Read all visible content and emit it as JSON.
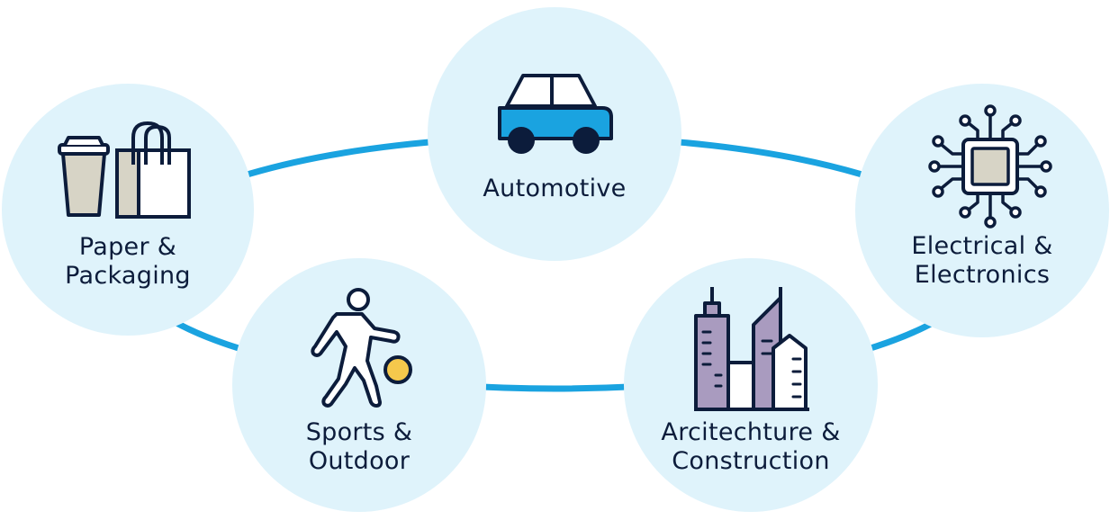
{
  "diagram": {
    "nodes": [
      {
        "id": "paper-packaging",
        "icon": "cup-and-bag-icon",
        "label_lines": [
          "Paper &",
          "Packaging"
        ]
      },
      {
        "id": "automotive",
        "icon": "car-icon",
        "label_lines": [
          "Automotive"
        ]
      },
      {
        "id": "electrical-electronics",
        "icon": "microchip-icon",
        "label_lines": [
          "Electrical &",
          "Electronics"
        ]
      },
      {
        "id": "sports-outdoor",
        "icon": "basketball-player-icon",
        "label_lines": [
          "Sports &",
          "Outdoor"
        ]
      },
      {
        "id": "architecture-construction",
        "icon": "city-buildings-icon",
        "label_lines": [
          "Arcitechture &",
          "Construction"
        ]
      }
    ],
    "colors": {
      "ring": "#1aa3e0",
      "circle_fill": "#dff3fb",
      "outline": "#0c1c3b",
      "car_body": "#1aa3e0",
      "cup_bag": "#d7d4c6",
      "building": "#a99bbf",
      "ball": "#f5c84c"
    }
  }
}
